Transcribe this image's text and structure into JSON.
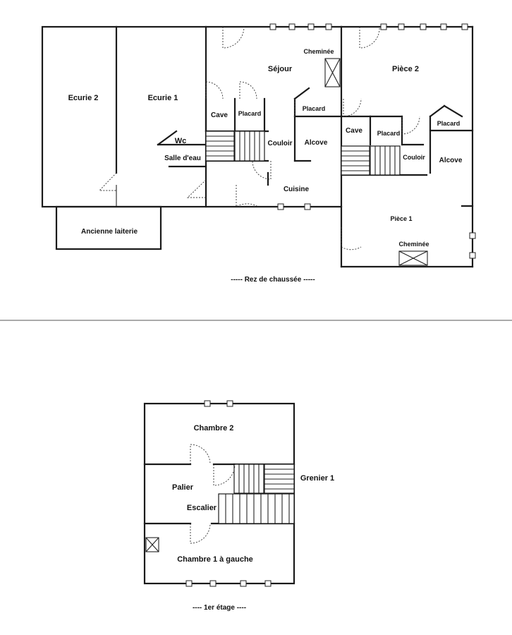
{
  "ground_floor": {
    "caption": "----- Rez de chaussée -----",
    "rooms": {
      "ecurie2": "Ecurie 2",
      "ecurie1": "Ecurie 1",
      "sejour": "Séjour",
      "cheminee_sejour": "Cheminée",
      "piece2": "Pièce 2",
      "cave_left": "Cave",
      "placard_left": "Placard",
      "placard_mid": "Placard",
      "wc": "Wc",
      "salle_deau": "Salle d'eau",
      "couloir_left": "Couloir",
      "alcove_left": "Alcove",
      "cuisine": "Cuisine",
      "cave_right": "Cave",
      "placard_right": "Placard",
      "placard_far": "Placard",
      "couloir_right": "Couloir",
      "alcove_right": "Alcove",
      "piece1": "Pièce 1",
      "cheminee_piece1": "Cheminée",
      "laiterie": "Ancienne laiterie"
    }
  },
  "first_floor": {
    "caption": "---- 1er étage ----",
    "rooms": {
      "chambre2": "Chambre 2",
      "palier": "Palier",
      "escalier": "Escalier",
      "grenier1": "Grenier 1",
      "chambre1": "Chambre 1 à gauche"
    }
  }
}
